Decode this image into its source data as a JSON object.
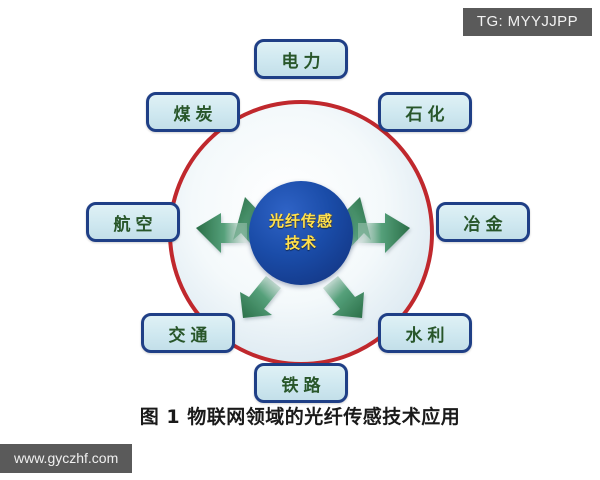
{
  "tag": {
    "text": "TG: MYYJJPP"
  },
  "watermark": {
    "text": "www.gyczhf.com"
  },
  "diagram": {
    "center": {
      "line1": "光纤传感",
      "line2": "技术",
      "fill_color": "#1a4ca8",
      "text_color": "#ffe14d"
    },
    "ring": {
      "color": "#c0282d",
      "inner_fill": "#eef5f9"
    },
    "arrow_color": "#2f7d52",
    "nodes": [
      {
        "label": "电力",
        "position": "top"
      },
      {
        "label": "石化",
        "position": "top-right"
      },
      {
        "label": "冶金",
        "position": "right"
      },
      {
        "label": "水利",
        "position": "bottom-right"
      },
      {
        "label": "铁路",
        "position": "bottom"
      },
      {
        "label": "交通",
        "position": "bottom-left"
      },
      {
        "label": "航空",
        "position": "left"
      },
      {
        "label": "煤炭",
        "position": "top-left"
      }
    ]
  },
  "caption": {
    "text": "图 1 物联网领域的光纤传感技术应用"
  }
}
